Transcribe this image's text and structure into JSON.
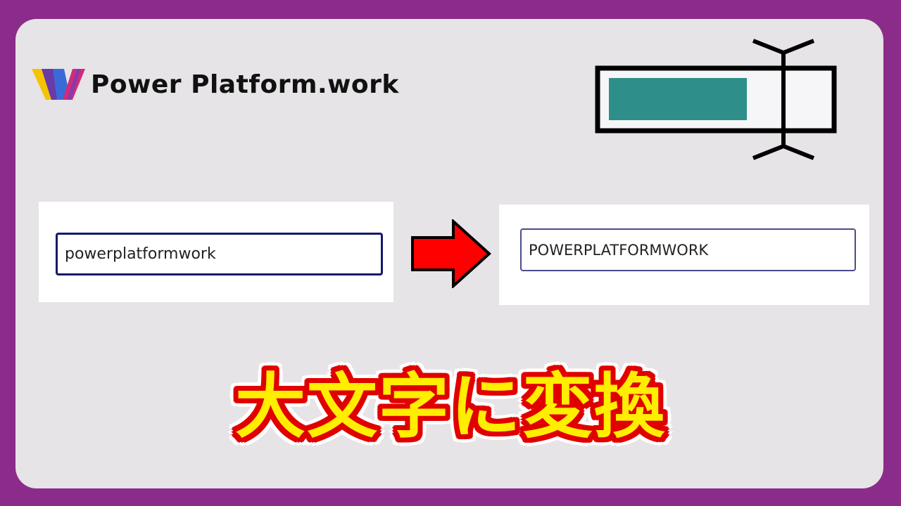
{
  "brand": {
    "name": "Power Platform.work",
    "logo_icon": "power-platform-logo"
  },
  "illustration": {
    "icon": "text-input-cursor-icon",
    "fill_color": "#2e8f8a"
  },
  "before": {
    "value": "powerplatformwork"
  },
  "after": {
    "value": "POWERPLATFORMWORK"
  },
  "arrow": {
    "icon": "right-arrow-icon",
    "color": "#ff0000"
  },
  "headline": {
    "text": "大文字に変換",
    "fill_color": "#ffee00",
    "outline_color": "#e00000"
  },
  "colors": {
    "frame": "#8c2c8a",
    "card": "#e6e4e6"
  }
}
